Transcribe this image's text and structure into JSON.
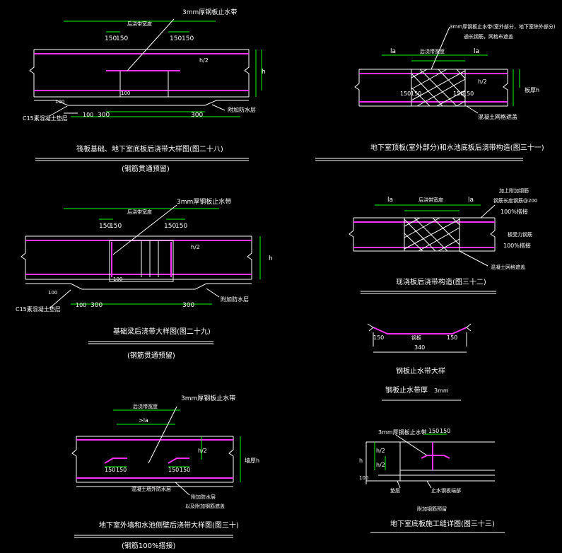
{
  "colors": {
    "background": "#000000",
    "text": "#ffffff",
    "dimension": "#00ff00",
    "rebar": "#ff33ff",
    "concrete": "#ffffff"
  },
  "d28": {
    "callout_top": "3mm厚钢板止水带",
    "strip_width": "后浇带宽度",
    "dims_top": [
      "150",
      "150",
      "150",
      "150"
    ],
    "h": "h",
    "h2": "h/2",
    "d100": "100",
    "d100b": "100",
    "d300a": "300",
    "d300b": "300",
    "d100c": "100",
    "c15": "C15素混凝土垫层",
    "waterproof": "附加防水层",
    "title": "筏板基础、地下室底板后浇带大样图(图二十八)",
    "subtitle": "(钢筋贯通预留)"
  },
  "d31": {
    "callout": "3mm厚钢板止水带(室外部分，地下室除外部分)",
    "callout2": "通长钢筋，网格布遮盖",
    "la1": "la",
    "la2": "la",
    "strip_width": "后浇带宽度",
    "h2": "h/2",
    "h": "板厚h",
    "d150a": "150",
    "d150b": "150",
    "d150c": "150",
    "d150d": "150",
    "note": "混凝土网格遮盖",
    "title": "地下室顶板(室外部分)和水池底板后浇带构造(图三十一)"
  },
  "d29": {
    "callout": "3mm厚钢板止水带",
    "strip_width": "后浇带宽度",
    "dims_top": [
      "150",
      "150",
      "150",
      "150"
    ],
    "h": "h",
    "h2": "h/2",
    "d100": "100",
    "d100b": "100",
    "d300a": "300",
    "d300b": "300",
    "d100c": "100",
    "c15": "C15素混凝土垫层",
    "waterproof": "附加防水层",
    "title": "基础梁后浇带大样图(图二十九)",
    "subtitle": "(钢筋贯通预留)"
  },
  "d32": {
    "la1": "la",
    "la2": "la",
    "strip_width": "后浇带宽度",
    "n1": "加上附加钢筋",
    "n1b": "钢筋长度钢筋@200",
    "n2": "100%搭接",
    "n3": "板受力钢筋",
    "n4": "100%搭接",
    "n5": "混凝土网格遮盖",
    "title": "现浇板后浇带构造(图三十二)"
  },
  "plate": {
    "d150a": "150",
    "center": "钢板",
    "d150b": "150",
    "total": "340",
    "title": "钢板止水带大样",
    "sub_label": "钢板止水带厚",
    "sub_value": "3mm"
  },
  "d30": {
    "callout": "3mm厚钢板止水带",
    "strip_width": "后浇带宽度",
    "la": ">la",
    "h2": "h/2",
    "h": "墙厚h",
    "dims": [
      "150",
      "150",
      "150",
      "150"
    ],
    "n1": "混凝土墙外防水层",
    "n2": "附加防水层",
    "n3": "以及附加钢筋遮盖",
    "title": "地下室外墙和水池侧壁后浇带大样图(图三十)",
    "subtitle": "(钢筋100%搭接)"
  },
  "d33": {
    "callout": "3mm厚钢板止水带",
    "d150a": "150",
    "d150b": "150",
    "h": "h",
    "h2a": "h/2",
    "h2b": "h/2",
    "d100": "100",
    "n1": "垫层",
    "n2": "止水钢板端部",
    "n3": "附加钢筋预留",
    "title": "地下室底板施工缝详图(图三十三)"
  }
}
